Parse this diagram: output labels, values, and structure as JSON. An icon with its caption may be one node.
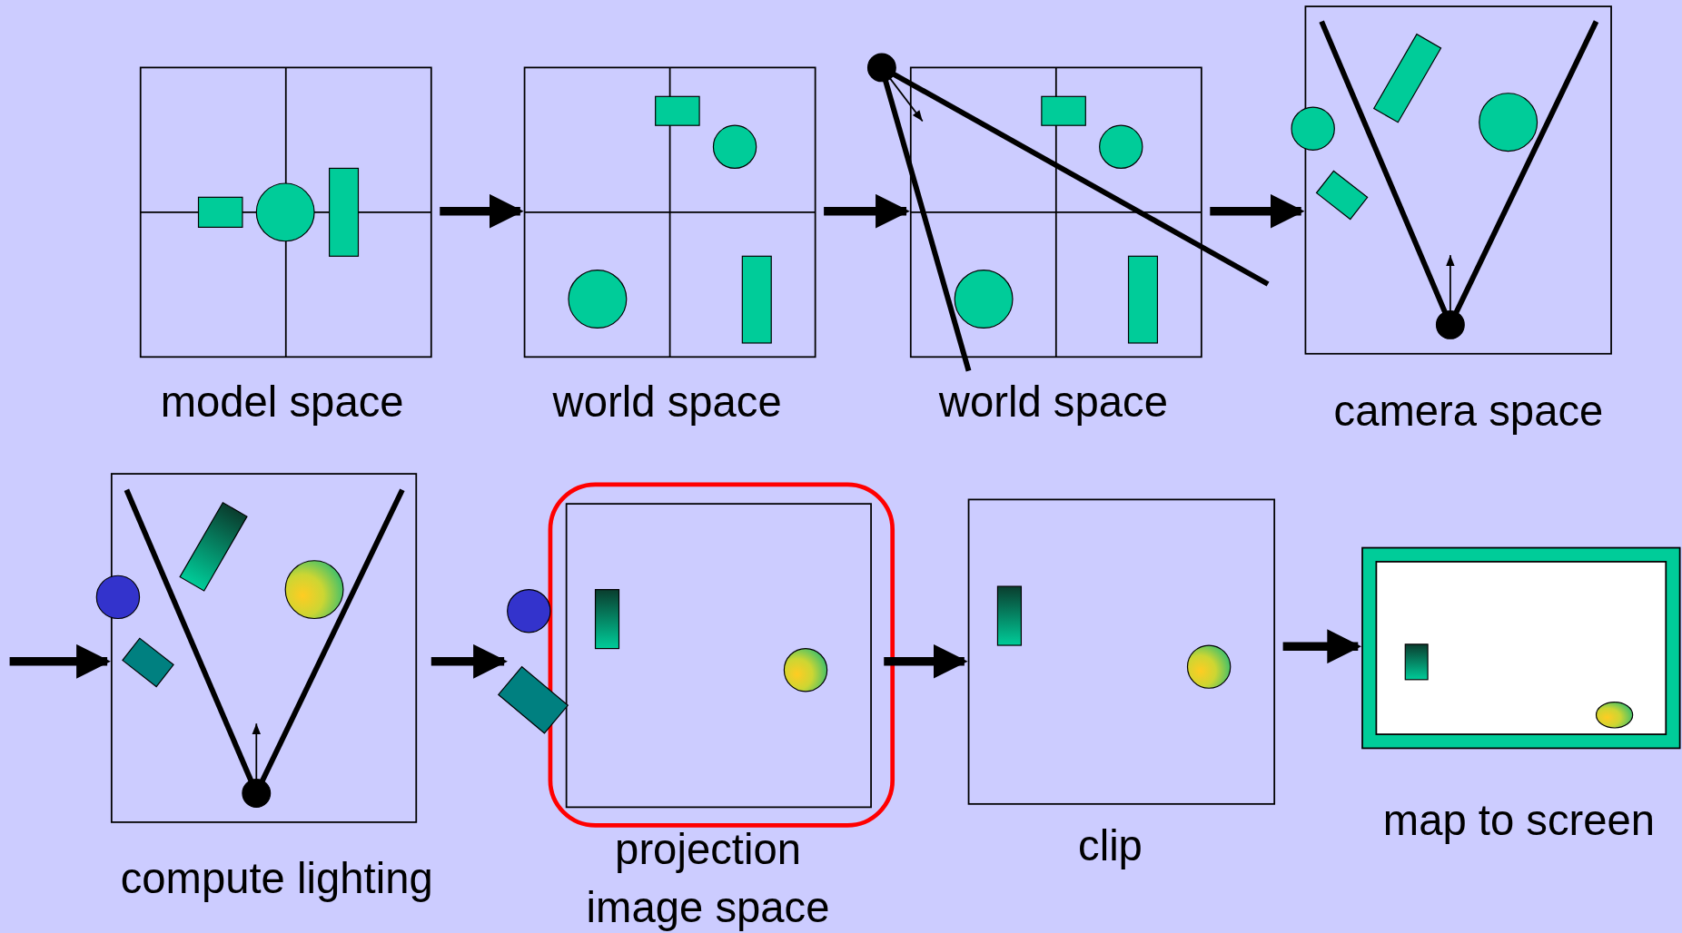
{
  "diagram": {
    "nodes": [
      {
        "text": [
          "model space"
        ]
      },
      {
        "text": [
          "world space"
        ]
      },
      {
        "text": [
          "world space"
        ]
      },
      {
        "text": [
          "camera space"
        ]
      },
      {
        "text": [
          "compute lighting"
        ]
      },
      {
        "text": [
          "projection image space"
        ]
      },
      {
        "text": [
          "clip"
        ]
      },
      {
        "text": [
          "map to screen"
        ]
      }
    ],
    "edges": [
      {
        "from": 0,
        "to": 1,
        "arrow": "to"
      },
      {
        "from": 1,
        "to": 2,
        "arrow": "to"
      },
      {
        "from": 2,
        "to": 3,
        "arrow": "to"
      },
      {
        "from": null,
        "to": 4,
        "arrow": "to"
      },
      {
        "from": 4,
        "to": 5,
        "arrow": "to"
      },
      {
        "from": 5,
        "to": 6,
        "arrow": "to"
      },
      {
        "from": 6,
        "to": 7,
        "arrow": "to"
      }
    ]
  }
}
